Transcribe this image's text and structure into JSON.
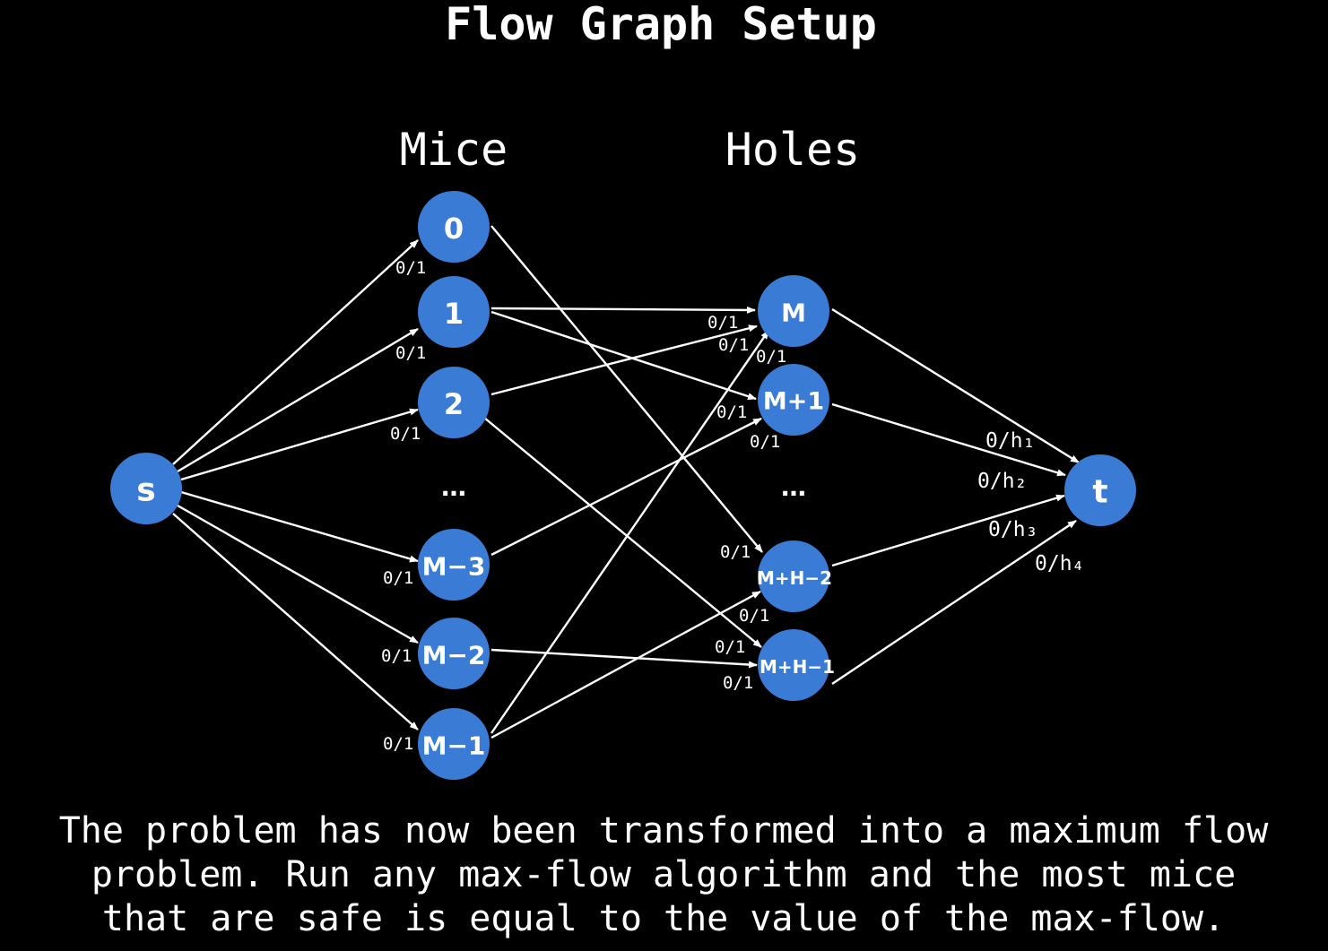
{
  "title": "Flow Graph Setup",
  "headers": {
    "mice": "Mice",
    "holes": "Holes"
  },
  "nodes": {
    "s": "s",
    "t": "t",
    "mouse_0": "0",
    "mouse_1": "1",
    "mouse_2": "2",
    "mouse_m3": "M−3",
    "mouse_m2": "M−2",
    "mouse_m1": "M−1",
    "hole_m": "M",
    "hole_m1": "M+1",
    "hole_mh2": "M+H−2",
    "hole_mh1": "M+H−1"
  },
  "ellipsis": {
    "mice": "…",
    "holes": "…"
  },
  "edge_labels": {
    "s_0": "0/1",
    "s_1": "0/1",
    "s_2": "0/1",
    "s_m3": "0/1",
    "s_m2": "0/1",
    "s_m1": "0/1",
    "e_1_m": "0/1",
    "e_2_m": "0/1",
    "e_m1_m": "0/1",
    "e_1_m1": "0/1",
    "e_m3_m1": "0/1",
    "e_0_mh2": "0/1",
    "e_m1_mh2": "0/1",
    "e_2_mh1": "0/1",
    "e_m2_mh1": "0/1",
    "t_h1": "0/h₁",
    "t_h2": "0/h₂",
    "t_h3": "0/h₃",
    "t_h4": "0/h₄"
  },
  "caption": {
    "line1": "The problem has now been transformed into a maximum flow",
    "line2": "problem. Run any max-flow algorithm and the most mice",
    "line3": "that are safe is equal to the value of the max-flow."
  },
  "colors": {
    "background": "#000000",
    "node_fill": "#3a7bd5",
    "foreground": "#ffffff"
  }
}
